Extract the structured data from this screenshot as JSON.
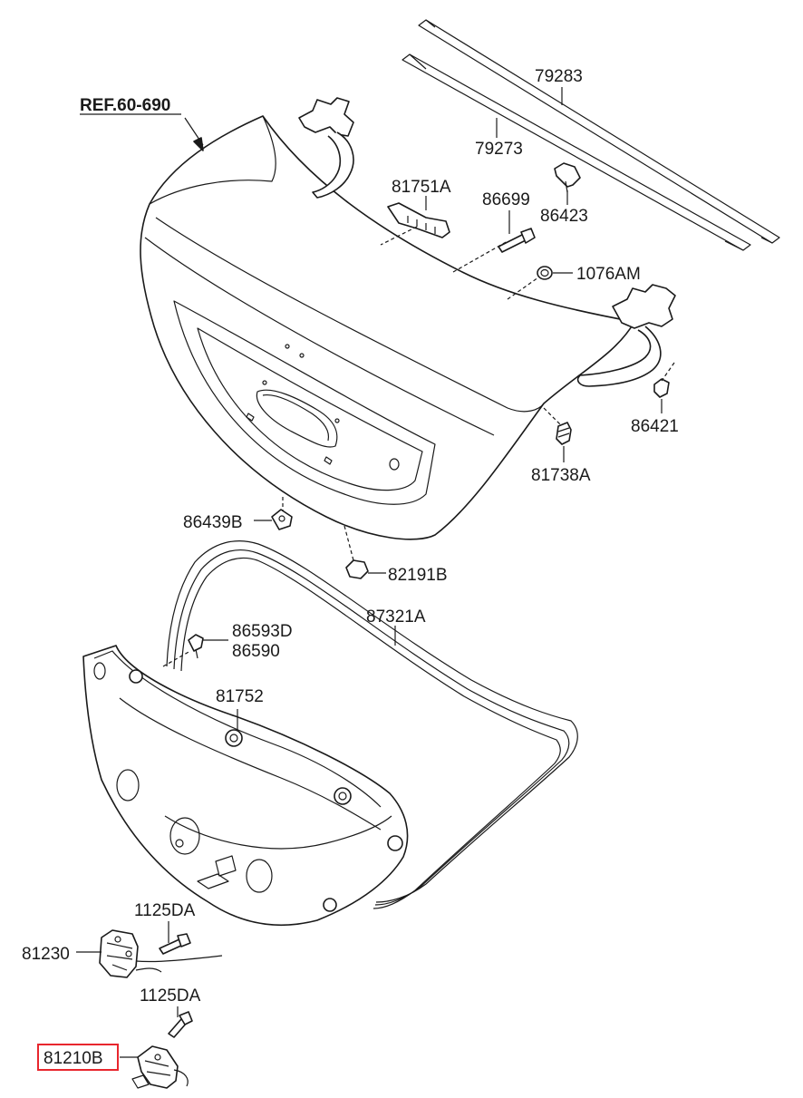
{
  "reference": "REF.60-690",
  "highlight_color": "#e8262d",
  "highlighted_part": "81210B",
  "labels": {
    "p79283": "79283",
    "p79273": "79273",
    "p81751A": "81751A",
    "p86699": "86699",
    "p86423": "86423",
    "p1076AM": "1076AM",
    "p86421": "86421",
    "p81738A": "81738A",
    "p86439B": "86439B",
    "p82191B": "82191B",
    "p87321A": "87321A",
    "p86593D": "86593D",
    "p86590": "86590",
    "p81752": "81752",
    "p1125DA_a": "1125DA",
    "p81230": "81230",
    "p1125DA_b": "1125DA",
    "p81210B": "81210B"
  }
}
